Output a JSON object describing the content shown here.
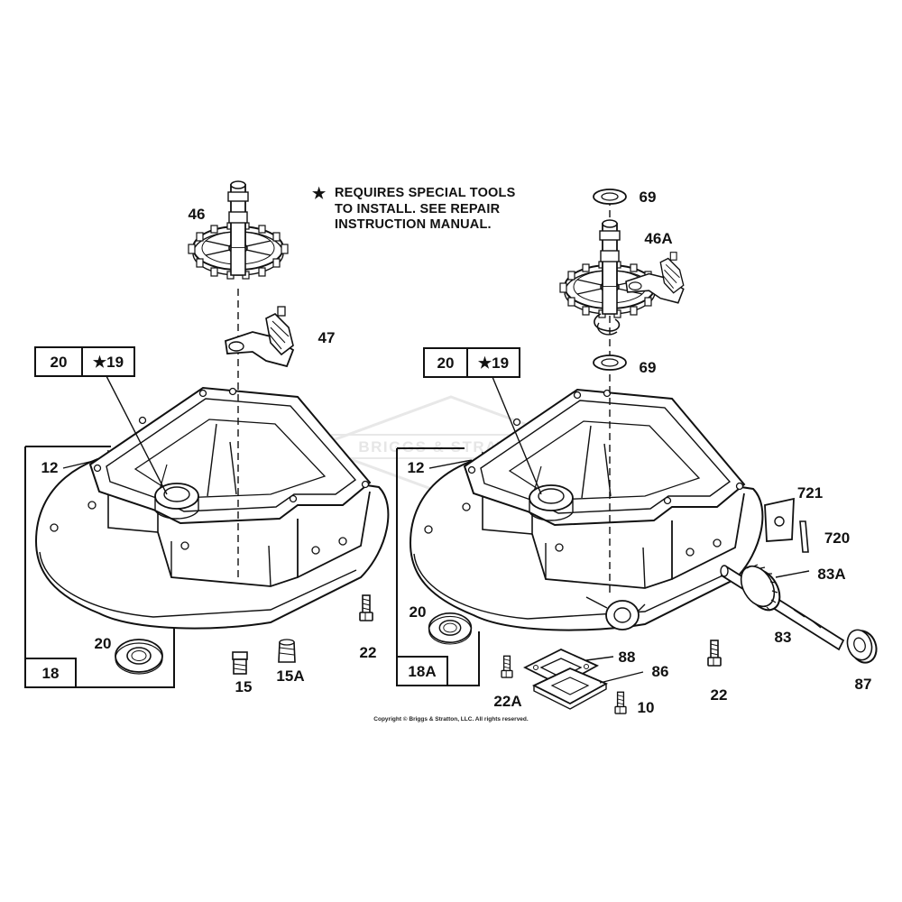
{
  "note": {
    "star": "★",
    "lines": [
      "REQUIRES SPECIAL TOOLS",
      "TO INSTALL.  SEE REPAIR",
      "INSTRUCTION MANUAL."
    ]
  },
  "left_assembly": {
    "box_20": "20",
    "box_19": "★19",
    "box_18": "18",
    "labels": {
      "p46": "46",
      "p47": "47",
      "p12": "12",
      "p20": "20",
      "p15": "15",
      "p15a": "15A",
      "p22": "22"
    }
  },
  "right_assembly": {
    "box_20": "20",
    "box_19": "★19",
    "box_18a": "18A",
    "labels": {
      "p69_top": "69",
      "p46a": "46A",
      "p69_bottom": "69",
      "p12": "12",
      "p20": "20",
      "p721": "721",
      "p720": "720",
      "p83a": "83A",
      "p83": "83",
      "p87": "87",
      "p88": "88",
      "p86": "86",
      "p22a": "22A",
      "p10": "10",
      "p22": "22"
    }
  },
  "watermark": "BRIGGS & STRATTON",
  "copyright": "Copyright © Briggs & Stratton, LLC. All rights reserved."
}
